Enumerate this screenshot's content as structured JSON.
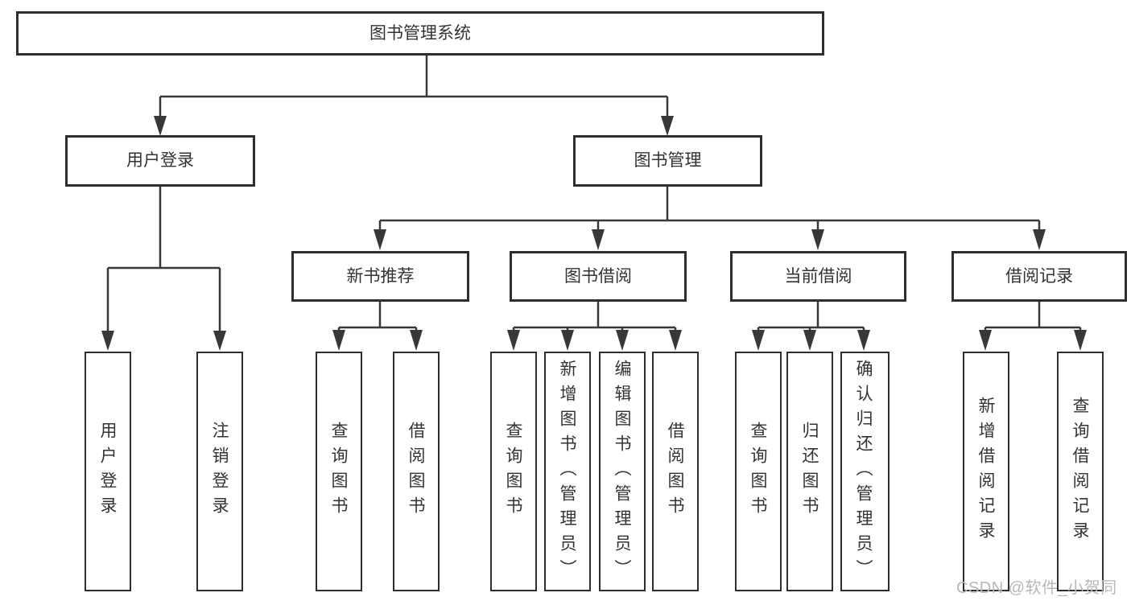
{
  "diagram": {
    "watermark": "CSDN @软件_小贺同学",
    "colors": {
      "line": "#383838",
      "box_border": "#2e2e2e",
      "text": "#333333",
      "watermark": "#b5b8bc",
      "background": "#ffffff"
    },
    "nodes": {
      "root": {
        "label": "图书管理系统"
      },
      "user_login": {
        "label": "用户登录"
      },
      "book_mgmt": {
        "label": "图书管理"
      },
      "new_book_rec": {
        "label": "新书推荐"
      },
      "book_borrow": {
        "label": "图书借阅"
      },
      "current_borrow": {
        "label": "当前借阅"
      },
      "borrow_record": {
        "label": "借阅记录"
      },
      "leaf_user_login": {
        "label": "用户登录"
      },
      "leaf_logout": {
        "label": "注销登录"
      },
      "leaf_query_books_1": {
        "label": "查询图书"
      },
      "leaf_borrow_books_1": {
        "label": "借阅图书"
      },
      "leaf_query_books_2": {
        "label": "查询图书"
      },
      "leaf_add_book": {
        "label": "新增图书（管理员）"
      },
      "leaf_edit_book": {
        "label": "编辑图书（管理员）"
      },
      "leaf_borrow_books_2": {
        "label": "借阅图书"
      },
      "leaf_query_books_3": {
        "label": "查询图书"
      },
      "leaf_return_book": {
        "label": "归还图书"
      },
      "leaf_confirm_return": {
        "label": "确认归还（管理员）"
      },
      "leaf_add_borrow_record": {
        "label": "新增借阅记录"
      },
      "leaf_query_borrow_record": {
        "label": "查询借阅记录"
      }
    },
    "edges": [
      [
        "root",
        "user_login"
      ],
      [
        "root",
        "book_mgmt"
      ],
      [
        "user_login",
        "leaf_user_login"
      ],
      [
        "user_login",
        "leaf_logout"
      ],
      [
        "book_mgmt",
        "new_book_rec"
      ],
      [
        "book_mgmt",
        "book_borrow"
      ],
      [
        "book_mgmt",
        "current_borrow"
      ],
      [
        "book_mgmt",
        "borrow_record"
      ],
      [
        "new_book_rec",
        "leaf_query_books_1"
      ],
      [
        "new_book_rec",
        "leaf_borrow_books_1"
      ],
      [
        "book_borrow",
        "leaf_query_books_2"
      ],
      [
        "book_borrow",
        "leaf_add_book"
      ],
      [
        "book_borrow",
        "leaf_edit_book"
      ],
      [
        "book_borrow",
        "leaf_borrow_books_2"
      ],
      [
        "current_borrow",
        "leaf_query_books_3"
      ],
      [
        "current_borrow",
        "leaf_return_book"
      ],
      [
        "current_borrow",
        "leaf_confirm_return"
      ],
      [
        "borrow_record",
        "leaf_add_borrow_record"
      ],
      [
        "borrow_record",
        "leaf_query_borrow_record"
      ]
    ]
  }
}
